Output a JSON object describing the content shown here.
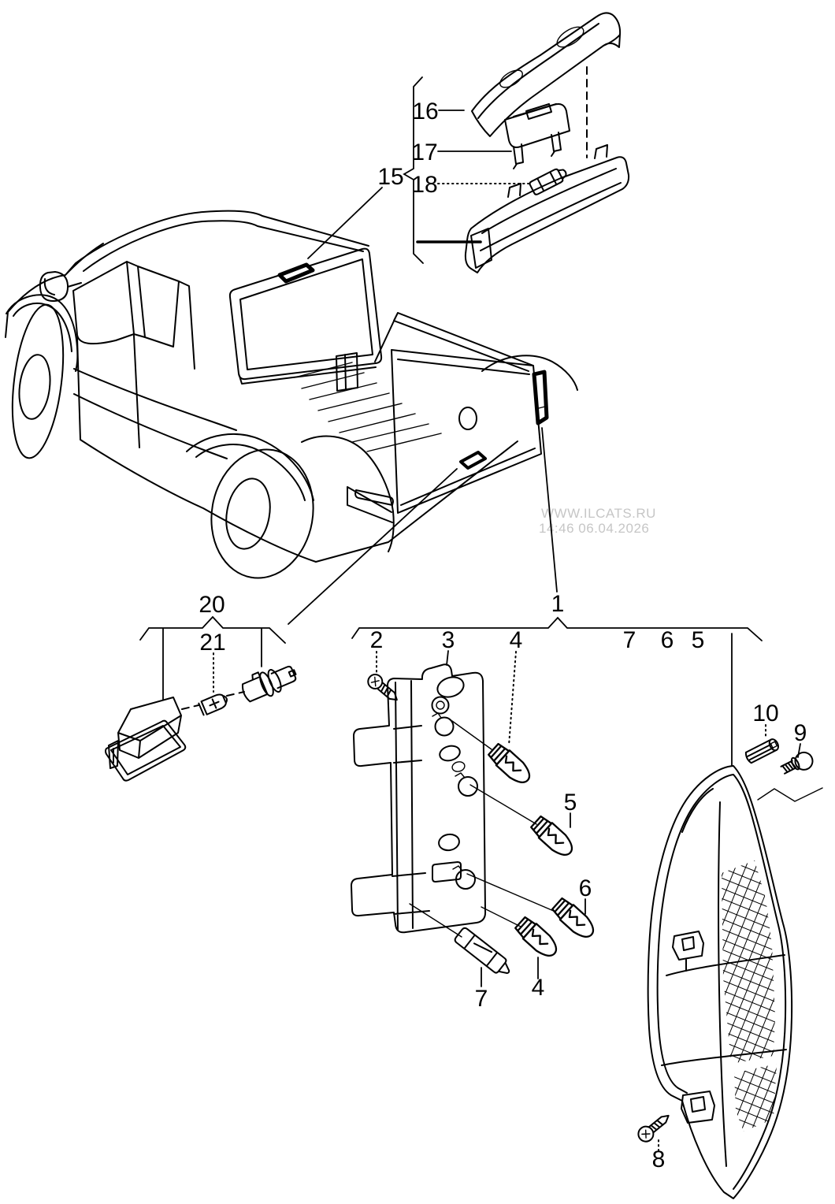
{
  "page": {
    "background": "#ffffff",
    "line_color": "#000000"
  },
  "watermark": {
    "line1": "WWW.ILCATS.RU",
    "line2": "14:46 06.04.2026",
    "color": "#c6c6c6"
  },
  "labels": {
    "p1": "1",
    "p2": "2",
    "p3": "3",
    "p4": "4",
    "p4b": "4",
    "p5": "5",
    "p5b": "5",
    "p6": "6",
    "p6b": "6",
    "p7": "7",
    "p7b": "7",
    "p8": "8",
    "p9": "9",
    "p10": "10",
    "p15": "15",
    "p16": "16",
    "p17": "17",
    "p18": "18",
    "p20": "20",
    "p21": "21"
  }
}
